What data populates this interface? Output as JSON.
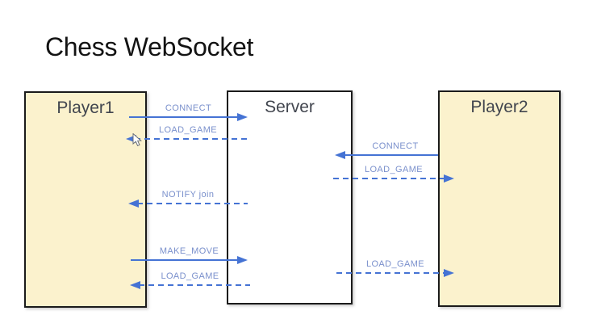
{
  "title": "Chess WebSocket",
  "diagram": {
    "actors": [
      {
        "id": "player1",
        "label": "Player1",
        "fill": "#fbf2cd"
      },
      {
        "id": "server",
        "label": "Server",
        "fill": "#ffffff"
      },
      {
        "id": "player2",
        "label": "Player2",
        "fill": "#fbf2cd"
      }
    ],
    "messages": [
      {
        "label": "CONNECT",
        "from": "Player1",
        "to": "Server",
        "style": "solid",
        "direction": "right"
      },
      {
        "label": "LOAD_GAME",
        "from": "Server",
        "to": "Player1",
        "style": "dashed",
        "direction": "left",
        "has_mouse_cursor": true
      },
      {
        "label": "CONNECT",
        "from": "Player2",
        "to": "Server",
        "style": "solid",
        "direction": "left"
      },
      {
        "label": "LOAD_GAME",
        "from": "Server",
        "to": "Player2",
        "style": "dashed",
        "direction": "right"
      },
      {
        "label": "NOTIFY join",
        "from": "Server",
        "to": "Player1",
        "style": "dashed",
        "direction": "left"
      },
      {
        "label": "MAKE_MOVE",
        "from": "Player1",
        "to": "Server",
        "style": "solid",
        "direction": "right"
      },
      {
        "label": "LOAD_GAME",
        "from": "Server",
        "to": "Player1",
        "style": "dashed",
        "direction": "left"
      },
      {
        "label": "LOAD_GAME",
        "from": "Server",
        "to": "Player2",
        "style": "dashed",
        "direction": "right"
      }
    ],
    "icons": {
      "cursor": "mouse-pointer"
    },
    "colors": {
      "arrow": "#4573d4",
      "message_label": "#7a90cc",
      "actor_fill_yellow": "#fbf2cd",
      "actor_fill_white": "#ffffff",
      "actor_border": "#1b1b1b",
      "actor_text": "#41454e",
      "title_text": "#131313",
      "background": "#ffffff"
    }
  }
}
